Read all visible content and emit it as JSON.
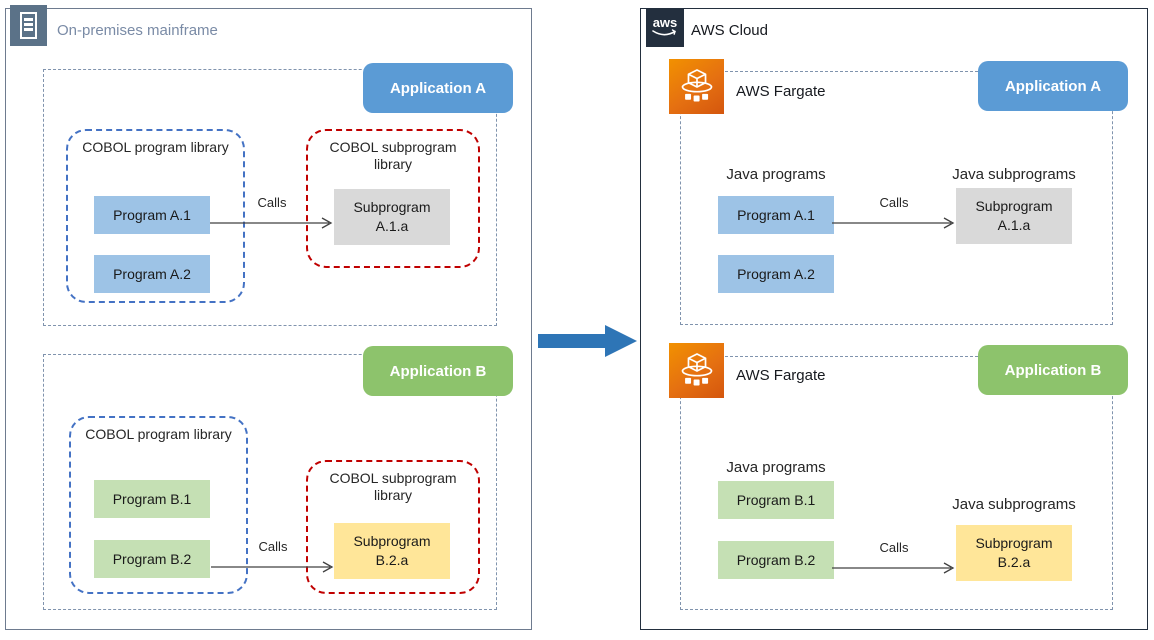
{
  "left_panel": {
    "title": "On-premises mainframe",
    "app_a": {
      "label": "Application A",
      "program_library": {
        "title": "COBOL program library",
        "programs": [
          "Program A.1",
          "Program A.2"
        ]
      },
      "subprogram_library": {
        "title": "COBOL subprogram library",
        "subprograms": [
          "Subprogram A.1.a"
        ]
      },
      "calls_label": "Calls"
    },
    "app_b": {
      "label": "Application B",
      "program_library": {
        "title": "COBOL program library",
        "programs": [
          "Program B.1",
          "Program B.2"
        ]
      },
      "subprogram_library": {
        "title": "COBOL subprogram library",
        "subprograms": [
          "Subprogram B.2.a"
        ]
      },
      "calls_label": "Calls"
    }
  },
  "right_panel": {
    "title": "AWS Cloud",
    "logo_text": "aws",
    "app_a": {
      "service_label": "AWS Fargate",
      "label": "Application A",
      "programs_title": "Java programs",
      "subprograms_title": "Java subprograms",
      "programs": [
        "Program A.1",
        "Program A.2"
      ],
      "subprograms": [
        "Subprogram A.1.a"
      ],
      "calls_label": "Calls"
    },
    "app_b": {
      "service_label": "AWS Fargate",
      "label": "Application B",
      "programs_title": "Java programs",
      "subprograms_title": "Java subprograms",
      "programs": [
        "Program B.1",
        "Program B.2"
      ],
      "subprograms": [
        "Subprogram B.2.a"
      ],
      "calls_label": "Calls"
    }
  },
  "colors": {
    "app_a_accent": "#5b9bd5",
    "app_b_accent": "#8dc36c",
    "program_blue": "#9dc3e6",
    "program_green": "#c5e0b4",
    "subprogram_gray": "#d9d9d9",
    "subprogram_yellow": "#ffe699",
    "program_library_border": "#4472c4",
    "subprogram_library_border": "#c00000",
    "mainframe_icon_bg": "#5b7288",
    "aws_logo_bg": "#232f3e",
    "fargate_orange": "#e57011",
    "migration_arrow": "#2e75b6"
  }
}
